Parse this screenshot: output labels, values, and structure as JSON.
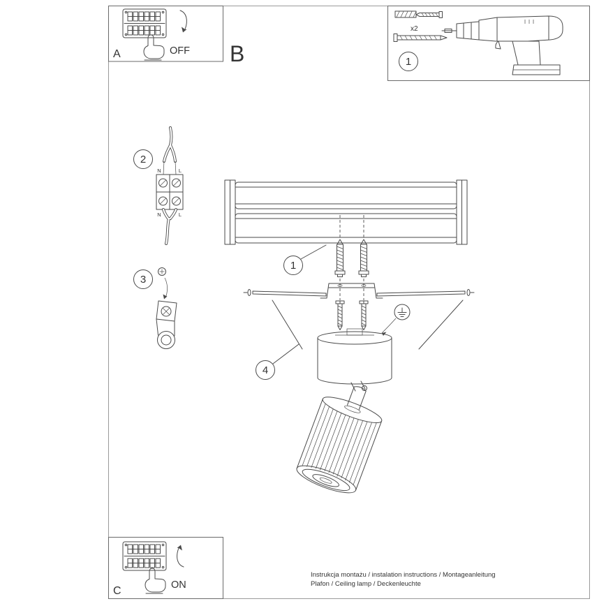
{
  "document": {
    "footer_line1": "Instrukcja montażu / instalation instructions / Montageanleitung",
    "footer_line2": "Plafon / Ceiling lamp / Deckenleuchte"
  },
  "sections": {
    "a": {
      "label": "A",
      "action": "OFF"
    },
    "b": {
      "label": "B"
    },
    "c": {
      "label": "C",
      "action": "ON"
    }
  },
  "badges": {
    "parts": "1",
    "wiring": "2",
    "grounding": "3",
    "mounting": "1",
    "canopy": "4"
  },
  "parts_box": {
    "screw_count": "x2"
  },
  "terminal_labels": {
    "top_n": "N",
    "top_l": "L",
    "bottom_n": "N",
    "bottom_l": "L"
  },
  "colors": {
    "line": "#4a4a4a",
    "text": "#333333",
    "background": "#ffffff"
  }
}
